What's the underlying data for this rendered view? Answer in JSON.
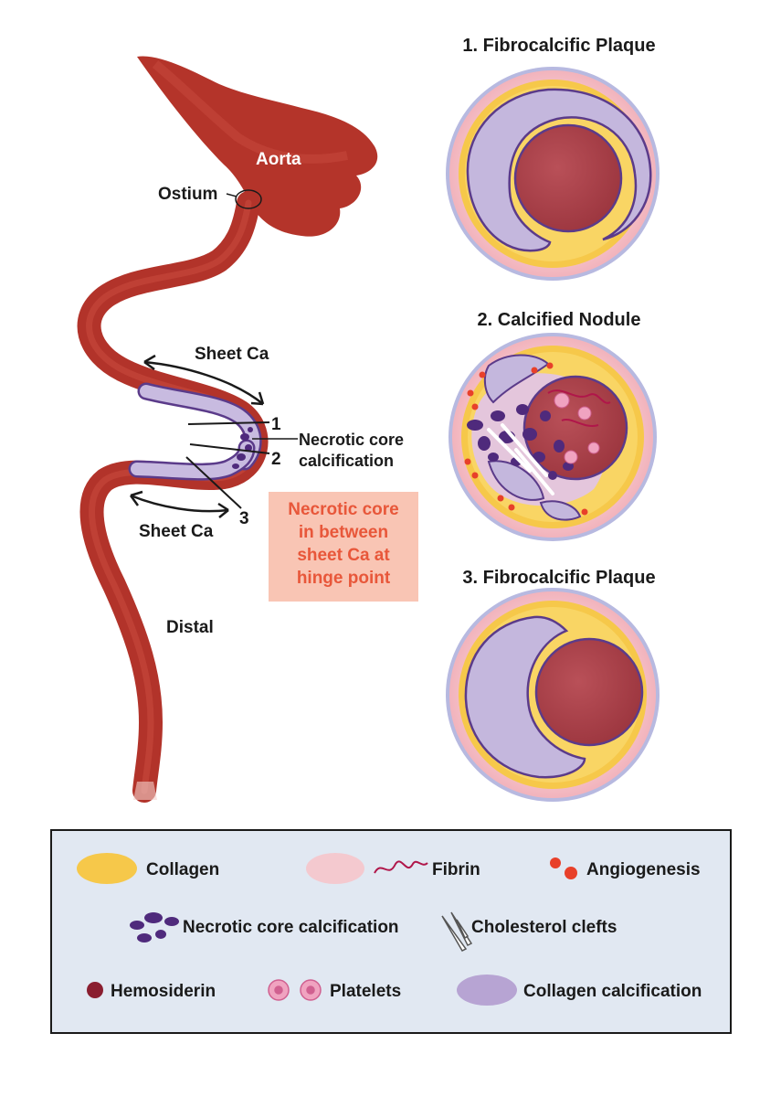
{
  "artery": {
    "aorta_label": "Aorta",
    "ostium_label": "Ostium",
    "distal_label": "Distal",
    "sheet_ca_top": "Sheet Ca",
    "sheet_ca_bottom": "Sheet Ca",
    "cut_1": "1",
    "cut_2": "2",
    "cut_3": "3",
    "necrotic_line1": "Necrotic core",
    "necrotic_line2": "calcification",
    "callout_lines": [
      "Necrotic core",
      "in between",
      "sheet Ca at",
      "hinge point"
    ]
  },
  "sections": [
    {
      "title": "1. Fibrocalcific Plaque"
    },
    {
      "title": "2. Calcified Nodule"
    },
    {
      "title": "3. Fibrocalcific Plaque"
    }
  ],
  "legend": {
    "collagen": "Collagen",
    "fibrin": "Fibrin",
    "angiogenesis": "Angiogenesis",
    "necrotic_core": "Necrotic core calcification",
    "cholesterol": "Cholesterol clefts",
    "hemosiderin": "Hemosiderin",
    "platelets": "Platelets",
    "collagen_calc": "Collagen calcification"
  },
  "colors": {
    "artery": "#b2332a",
    "collagen": "#f6c84a",
    "media": "#f0a7b0",
    "lumen": "#a8424a",
    "calcification": "#c4b7dd",
    "necrotic": "#4f2a7c",
    "callout_bg": "#f9c5b4",
    "legend_bg": "#e1e8f2"
  }
}
